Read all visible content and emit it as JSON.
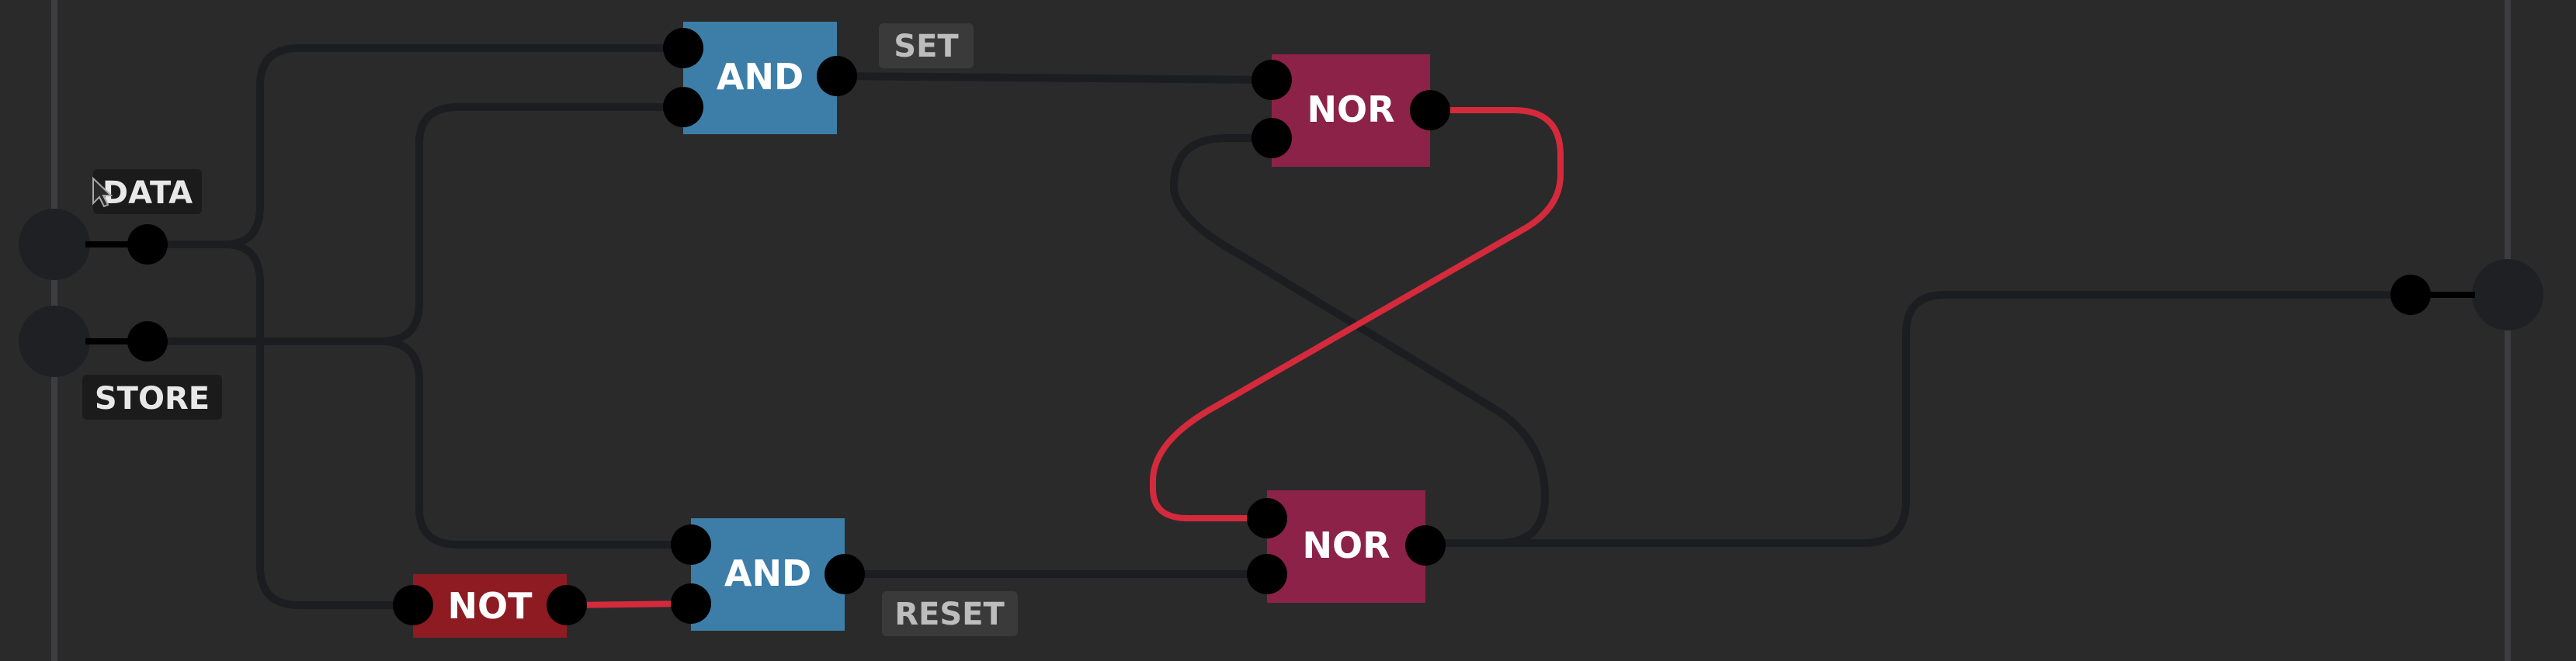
{
  "colors": {
    "background": "#2a2a2b",
    "rail": "#3d3d3f",
    "wire_off": "#1c1d21",
    "wire_on": "#d42a3c",
    "pin": "#000000",
    "io_circle": "#1f2024",
    "and_gate": "#3c7ea8",
    "nor_gate": "#8c2248",
    "not_gate": "#8e1a22",
    "label_bg": "#1b1b1b",
    "label_text": "#e8e8e8",
    "gate_text": "#ffffff"
  },
  "inputs": [
    {
      "label": "DATA"
    },
    {
      "label": "STORE"
    }
  ],
  "output": {
    "label": ""
  },
  "gates": {
    "and_top": {
      "label": "AND"
    },
    "and_bottom": {
      "label": "AND"
    },
    "nor_top": {
      "label": "NOR"
    },
    "nor_bottom": {
      "label": "NOR"
    },
    "not": {
      "label": "NOT"
    }
  },
  "wire_labels": {
    "set": "SET",
    "reset": "RESET"
  }
}
